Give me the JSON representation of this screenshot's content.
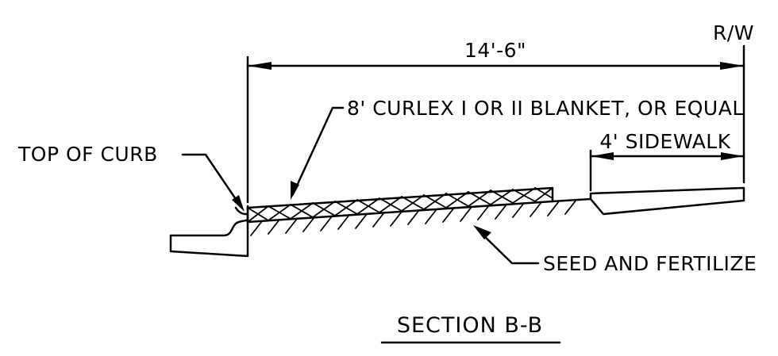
{
  "labels": {
    "right_of_way": "R/W",
    "overall_dimension": "14'-6\"",
    "blanket_callout": "8' CURLEX I OR II BLANKET, OR EQUAL",
    "sidewalk_dimension": "4' SIDEWALK",
    "top_of_curb": "TOP OF CURB",
    "seed_callout": "SEED AND FERTILIZE",
    "section_title": "SECTION B-B"
  },
  "colors": {
    "ink": "#000000",
    "background": "#ffffff"
  }
}
